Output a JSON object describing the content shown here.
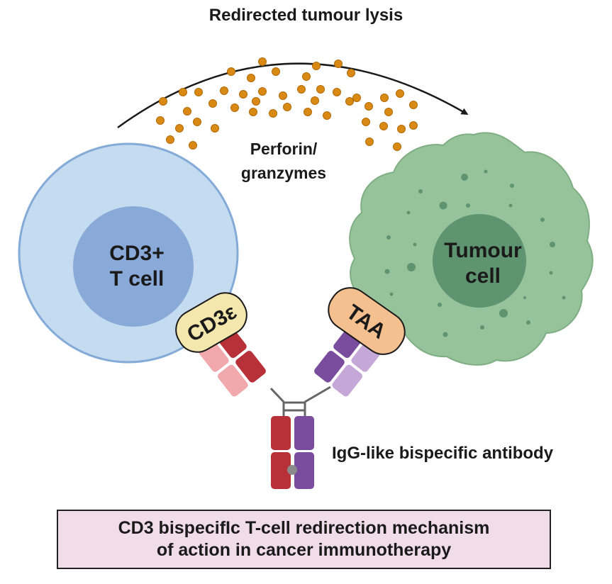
{
  "header": {
    "title": "Redirected tumour lysis"
  },
  "perforin": {
    "line1": "Perforin/",
    "line2": "granzymes"
  },
  "tcell": {
    "line1": "CD3+",
    "line2": "T cell"
  },
  "tumour": {
    "line1": "Tumour",
    "line2": "cell"
  },
  "cd3e": {
    "label": "CD3ε"
  },
  "taa": {
    "label": "TAA"
  },
  "antibody": {
    "label": "IgG-like bispecific antibody"
  },
  "caption": {
    "line1": "CD3 bispecifIc T-cell redirection mechanism",
    "line2": "of action in cancer immunotherapy"
  },
  "colors": {
    "tcell_outer": "#c5dcf0",
    "tcell_inner": "#89aad8",
    "tumour_outer": "#97c39a",
    "tumour_inner": "#5e9470",
    "granule": "#d98a14",
    "cd3e_tag": "#f4e7ad",
    "taa_tag": "#f4c08f",
    "heavy_red": "#b83138",
    "light_red": "#f1a9ae",
    "heavy_purple": "#7a4c9e",
    "light_purple": "#c5a8d8",
    "caption_bg": "#f1dcea"
  }
}
